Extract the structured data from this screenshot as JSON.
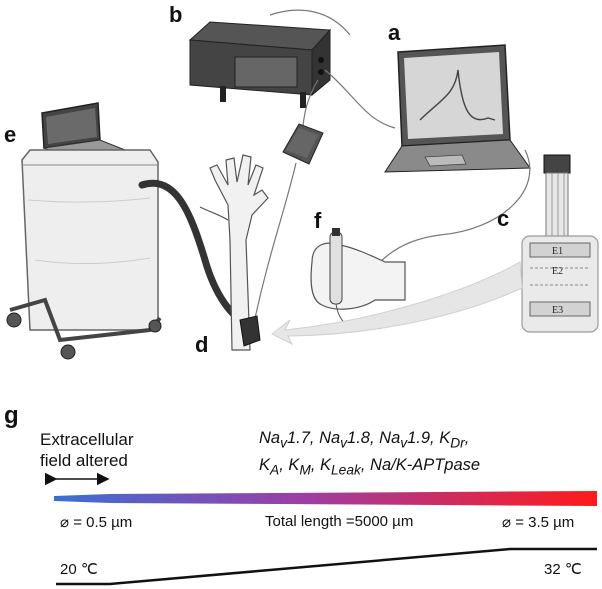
{
  "panels": {
    "a": "a",
    "b": "b",
    "c": "c",
    "d": "d",
    "e": "e",
    "f": "f",
    "g": "g"
  },
  "electrodes": [
    "E1",
    "E2",
    "E3"
  ],
  "model": {
    "field_label_line1": "Extracellular",
    "field_label_line2": "field altered",
    "channels_line1": "Na<sub>v</sub>1.7, Na<sub>v</sub>1.8, Na<sub>v</sub>1.9, K<sub>Dr</sub>,",
    "channels_line2": "K<sub>A</sub>, K<sub>M</sub>, K<sub>Leak</sub>, Na/K-APTpase",
    "diameter_left": "⌀ = 0.5 µm",
    "total_length": "Total length =5000 µm",
    "diameter_right": "⌀ = 3.5 µm",
    "temp_left": "20 ℃",
    "temp_right": "32 ℃",
    "gradient_start_color": "#3b6fd4",
    "gradient_end_color": "#ff1a1a"
  }
}
